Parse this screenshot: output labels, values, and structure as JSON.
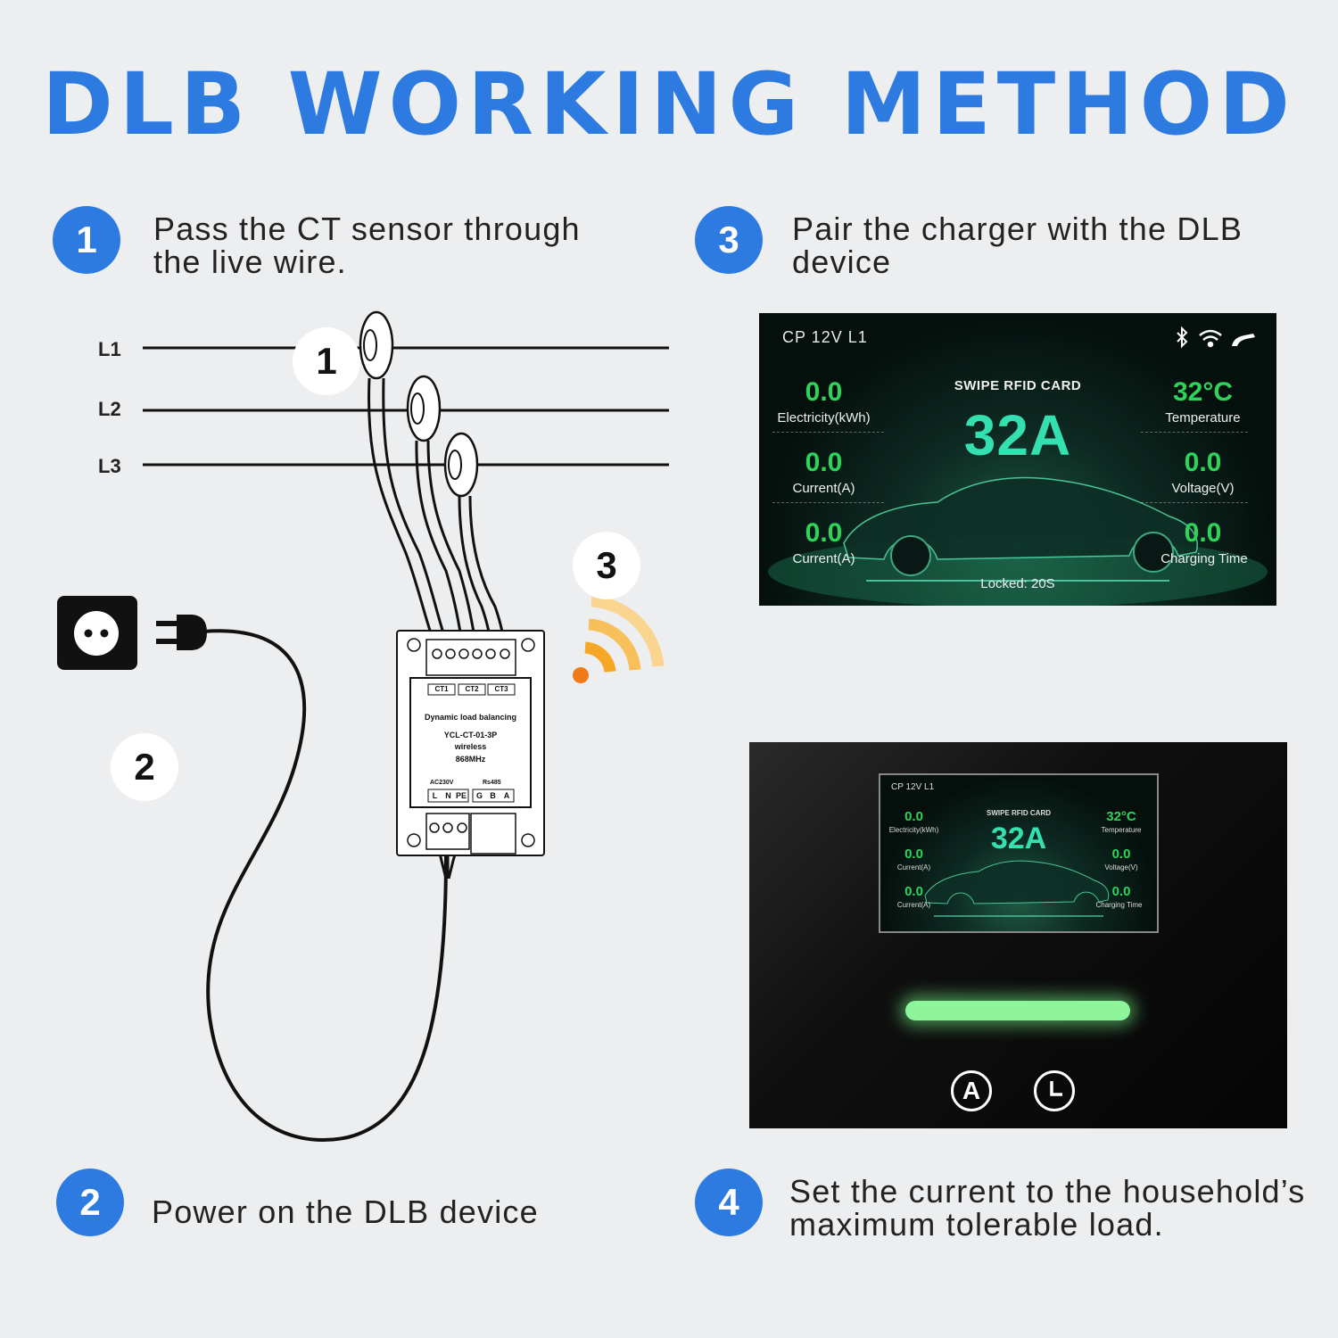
{
  "title": "DLB WORKING METHOD",
  "steps": [
    {
      "num": "1",
      "text_line1": "Pass the CT sensor through",
      "text_line2": "the live wire."
    },
    {
      "num": "2",
      "text_line1": "Power on the DLB device",
      "text_line2": ""
    },
    {
      "num": "3",
      "text_line1": "Pair the charger with the DLB",
      "text_line2": "device"
    },
    {
      "num": "4",
      "text_line1": "Set the current to the household’s",
      "text_line2": "maximum tolerable load."
    }
  ],
  "diagram": {
    "lines": [
      "L1",
      "L2",
      "L3"
    ],
    "markers": [
      "1",
      "2",
      "3"
    ],
    "device": {
      "ct_labels": [
        "CT1",
        "CT2",
        "CT3"
      ],
      "name": "Dynamic load balancing",
      "model": "YCL-CT-01-3P",
      "mode": "wireless",
      "freq": "868MHz",
      "power_label": "AC230V",
      "rs_label": "Rs485",
      "power_terminals": [
        "L",
        "N",
        "PE"
      ],
      "rs_terminals": [
        "G",
        "B",
        "A"
      ]
    }
  },
  "screen": {
    "header": "CP 12V L1",
    "swipe": "SWIPE RFID CARD",
    "current_set": "32A",
    "locked": "Locked: 20S",
    "left": [
      {
        "value": "0.0",
        "label": "Electricity(kWh)"
      },
      {
        "value": "0.0",
        "label": "Current(A)"
      },
      {
        "value": "0.0",
        "label": "Current(A)"
      }
    ],
    "right": [
      {
        "value": "32°C",
        "label": "Temperature"
      },
      {
        "value": "0.0",
        "label": "Voltage(V)"
      },
      {
        "value": "0.0",
        "label": "Charging Time"
      }
    ]
  },
  "charger": {
    "buttons": [
      "A",
      ""
    ]
  },
  "colors": {
    "accent": "#2d7be0",
    "value_green": "#2fd35a",
    "big_teal": "#35e0b0",
    "wifi_orange": "#f5a623"
  }
}
